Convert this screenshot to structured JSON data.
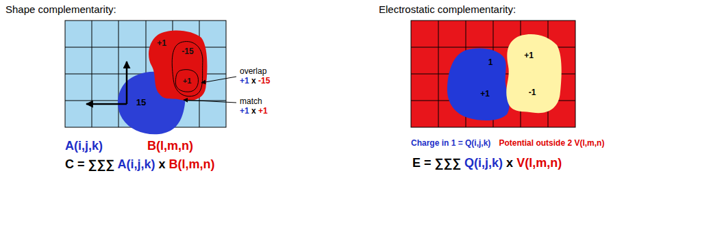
{
  "diagram": {
    "nodes": [
      {
        "text": [
          "15"
        ]
      },
      {
        "text": [
          "+1"
        ]
      },
      {
        "text": [
          "-15"
        ],
        "in": 1
      },
      {
        "text": [
          "+1"
        ],
        "in": 2
      },
      {
        "text": [
          "1",
          "+1"
        ]
      },
      {
        "text": [
          "+1",
          "-1"
        ]
      }
    ],
    "labels": [
      "Shape complementarity:",
      "Electrostatic complementarity:",
      "overlap",
      "+1 x -15",
      "match",
      "+1 x +1",
      "A(i,j,k)",
      "B(l,m,n)",
      "C = ∑∑∑ A(i,j,k) x B(l,m,n)",
      "Charge in 1 = Q(i,j,k)",
      "Potential outside 2 V(l,m,n)",
      "E = ∑∑∑ Q(i,j,k) x V(l,m,n)"
    ]
  }
}
